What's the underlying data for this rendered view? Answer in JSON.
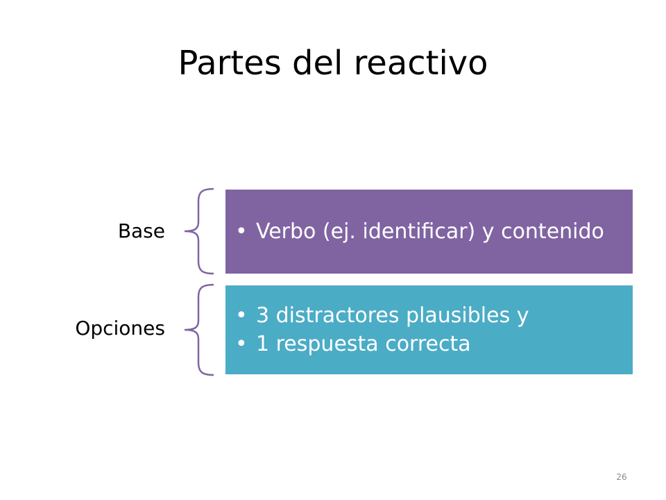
{
  "title": "Partes del reactivo",
  "colors": {
    "base_box": "#8064a2",
    "opciones_box": "#4bacc6",
    "brace": "#8064a2",
    "page_number": "#8a8a8a"
  },
  "groups": [
    {
      "label": "Base",
      "bullet": "•",
      "items": [
        "Verbo (ej. identificar) y contenido"
      ]
    },
    {
      "label": "Opciones",
      "bullet": "•",
      "items": [
        "3 distractores plausibles y",
        "1 respuesta correcta"
      ]
    }
  ],
  "page_number": "26"
}
